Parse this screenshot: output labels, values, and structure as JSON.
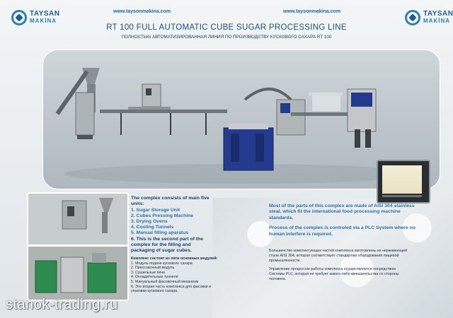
{
  "header": {
    "logo_left": {
      "name": "TAYSAN",
      "sub": "MAKİNA"
    },
    "logo_right": {
      "name": "TAYSAN",
      "sub": "MAKİNA"
    },
    "url_left": "www.taysonmakina.com",
    "url_right": "www.taysonmakina.com",
    "title": "RT 100 FULL AUTOMATIC CUBE SUGAR PROCESSING LINE",
    "subtitle": "ПОЛНОСТЬЮ АВТОМАТИЗИРОВАННАЯ ЛИНИЯ ПО ПРОИЗВОДСТВУ КУСКОВОГО САХАРА RT 100"
  },
  "complex_en": {
    "intro": "The complex consists of main five units:",
    "items": [
      "1. Sugar Storage Unit",
      "2. Cubes Pressing Machine",
      "3. Drying Ovens",
      "4. Cooling Tunnels",
      "5. Manual filling aparatus"
    ],
    "outro": "6. This is the second part of the complex for the filling and packaging of sugar cubes."
  },
  "complex_ru": {
    "head": "Комплекс состоит из пяти основных модулей:",
    "items": [
      "1. Модуль подачи кускового сахара",
      "2. Прессовочный модуль",
      "3. Сушильные печи",
      "4. Охладительные туннели",
      "5. Мануальный фасовочный механизм",
      "6. Это вторая часть комплекса для фасовки и упаковки кускового сахара."
    ]
  },
  "right_en": {
    "p1": "Most of the parts of this complex are made of AISI 304 stainless steal, which fit the international food processing machine standards.",
    "p2": "Process of the complex is controled via a PLC System where no human interfere is required."
  },
  "right_ru": {
    "p1": "Большинство комплектующих частей комплекса изготовлены из нержавеющей стали AISI 304, которая соответствует стандартам оборудования пищевой промышленности.",
    "p2": "Управление процессом работы комплекса осуществляется посредством Системы PLC, которая не требует какого-либо вмешательства со стороны человека."
  },
  "watermark": "stanok-trading.ru",
  "colors": {
    "brand_blue": "#1e5f8e",
    "accent_blue": "#2c6fa5",
    "machine_blue": "#233a8f"
  }
}
